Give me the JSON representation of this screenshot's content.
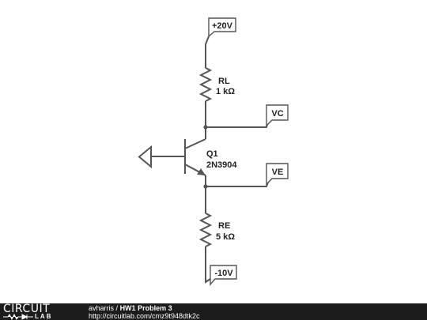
{
  "ports": {
    "vcc": "+20V",
    "vc": "VC",
    "ve": "VE",
    "vee": "-10V"
  },
  "components": {
    "rl": {
      "name": "RL",
      "value": "1 kΩ"
    },
    "q1": {
      "name": "Q1",
      "part": "2N3904"
    },
    "re": {
      "name": "RE",
      "value": "5 kΩ"
    }
  },
  "footer": {
    "logo_top": "CIRCUIT",
    "logo_bottom": "LAB",
    "author": "avharris",
    "separator": "/",
    "title": "HW1 Problem 3",
    "url": "http://circuitlab.com/cmz9t948dtk2c"
  },
  "colors": {
    "wire": "#555555",
    "footer_bg": "#1c1c1c"
  }
}
